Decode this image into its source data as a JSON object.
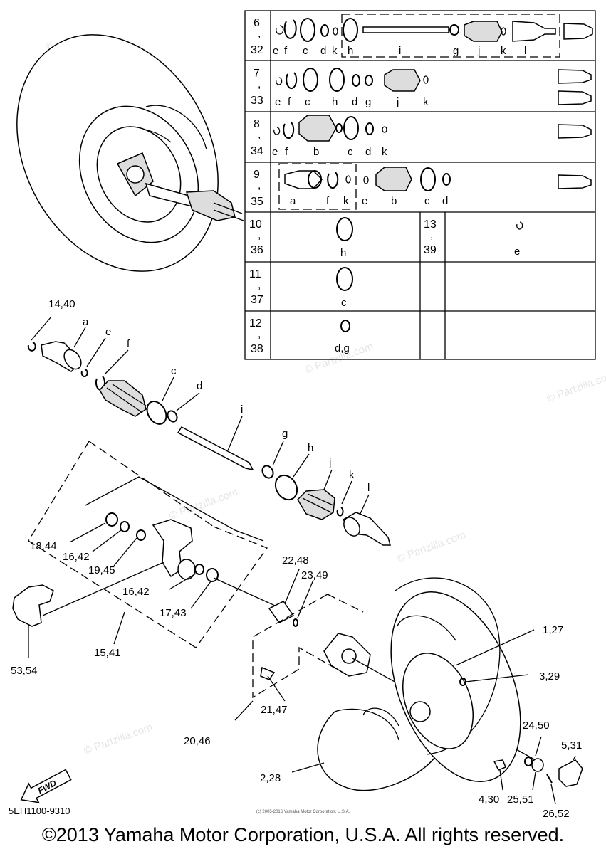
{
  "watermark": "© Partzilla.com",
  "diagram_code": "5EH1100-9310",
  "small_credit": "(c) 2005-2016 Yamaha Motor Corporation, U.S.A.",
  "copyright": "©2013 Yamaha Motor Corporation, U.S.A. All rights reserved.",
  "fwd_label": "FWD",
  "table": {
    "rows": [
      {
        "id": "6",
        "id2": "32",
        "letters": [
          "e",
          "f",
          "c",
          "d",
          "k",
          "h",
          "i",
          "g",
          "j",
          "k",
          "l"
        ]
      },
      {
        "id": "7",
        "id2": "33",
        "letters": [
          "e",
          "f",
          "c",
          "h",
          "d",
          "g",
          "j",
          "k"
        ]
      },
      {
        "id": "8",
        "id2": "34",
        "letters": [
          "e",
          "f",
          "b",
          "c",
          "d",
          "k"
        ]
      },
      {
        "id": "9",
        "id2": "35",
        "letters": [
          "a",
          "f",
          "k",
          "e",
          "b",
          "c",
          "d"
        ]
      },
      {
        "id": "10",
        "id2": "36",
        "letters": [
          "h"
        ]
      },
      {
        "id": "13",
        "id2": "39",
        "letters": [
          "e"
        ]
      },
      {
        "id": "11",
        "id2": "37",
        "letters": [
          "c"
        ]
      },
      {
        "id": "12",
        "id2": "38",
        "letters": [
          "d,g"
        ]
      }
    ],
    "comma": ","
  },
  "callouts": {
    "p14_40": "14,40",
    "a": "a",
    "e": "e",
    "f": "f",
    "c": "c",
    "d": "d",
    "i": "i",
    "g": "g",
    "h": "h",
    "j": "j",
    "k": "k",
    "l": "l",
    "p18_44": "18,44",
    "p16_42a": "16,42",
    "p19_45": "19,45",
    "p16_42b": "16,42",
    "p17_43": "17,43",
    "p15_41": "15,41",
    "p53_54": "53,54",
    "p22_48": "22,48",
    "p23_49": "23,49",
    "p1_27": "1,27",
    "p3_29": "3,29",
    "p21_47": "21,47",
    "p20_46": "20,46",
    "p2_28": "2,28",
    "p24_50": "24,50",
    "p5_31": "5,31",
    "p4_30": "4,30",
    "p25_51": "25,51",
    "p26_52": "26,52"
  }
}
